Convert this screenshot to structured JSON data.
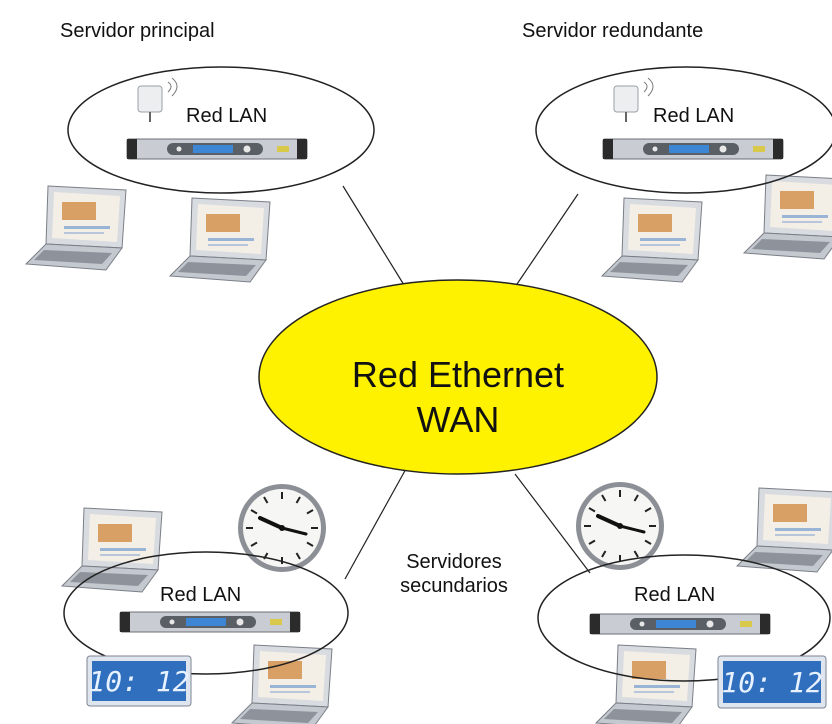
{
  "labels": {
    "main_server": "Servidor principal",
    "redundant_server": "Servidor redundante",
    "secondary_servers": [
      "Servidores",
      "secundarios"
    ],
    "lan": "Red LAN",
    "wan": [
      "Red Ethernet",
      "WAN"
    ],
    "display_time": "10: 12"
  },
  "colors": {
    "wan_fill": "#fff200",
    "display_blue": "#2f6fbe",
    "rack_silver": "#c9cdd3",
    "rack_screen": "#3d86d6"
  },
  "icons": [
    "server-rack-icon",
    "antenna-icon",
    "laptop-icon",
    "wall-clock-icon",
    "digital-clock-icon"
  ]
}
